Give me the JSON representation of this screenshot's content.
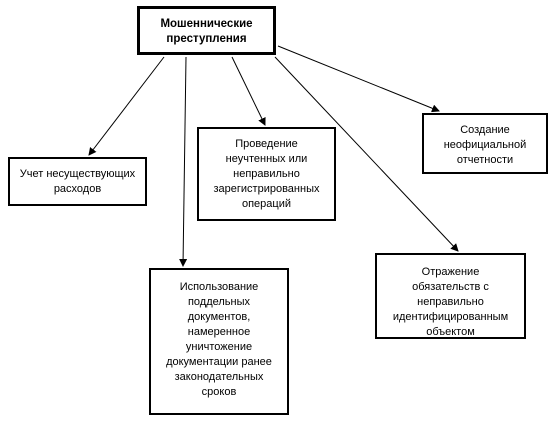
{
  "diagram": {
    "root": {
      "label": "Мошеннические\nпреступления"
    },
    "nodes": [
      {
        "id": "n1",
        "label": "Учет несуществующих\nрасходов"
      },
      {
        "id": "n2",
        "label": "Проведение\nнеучтенных или\nнеправильно\nзарегистрированных\nопераций"
      },
      {
        "id": "n3",
        "label": "Создание\nнеофициальной\nотчетности"
      },
      {
        "id": "n4",
        "label": "Использование\nподдельных\nдокументов,\nнамеренное\nуничтожение\nдокументации ранее\nзаконодательных\nсроков"
      },
      {
        "id": "n5",
        "label": "Отражение\nобязательств с\nнеправильно\nидентифицированным\nобъектом"
      }
    ],
    "edges": [
      {
        "from": "root",
        "to": "n1"
      },
      {
        "from": "root",
        "to": "n2"
      },
      {
        "from": "root",
        "to": "n3"
      },
      {
        "from": "root",
        "to": "n4"
      },
      {
        "from": "root",
        "to": "n5"
      }
    ],
    "colors": {
      "stroke": "#000000",
      "fill": "#ffffff",
      "text": "#000000"
    }
  }
}
